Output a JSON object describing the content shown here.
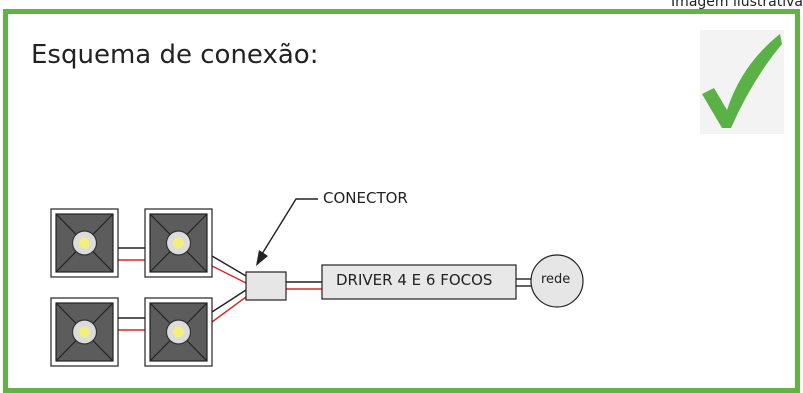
{
  "header": {
    "caption": "Imagem ilustrativa",
    "title": "Esquema de conexão:"
  },
  "diagram": {
    "connector_label": "CONECTOR",
    "driver_label": "DRIVER 4 E 6 FOCOS",
    "mains_label": "rede"
  },
  "colors": {
    "frame": "#62b346",
    "check": "#5ab145",
    "wire_red": "#d42a2a",
    "led": "#f4ef7a",
    "spot_body": "#5c5c5c"
  }
}
